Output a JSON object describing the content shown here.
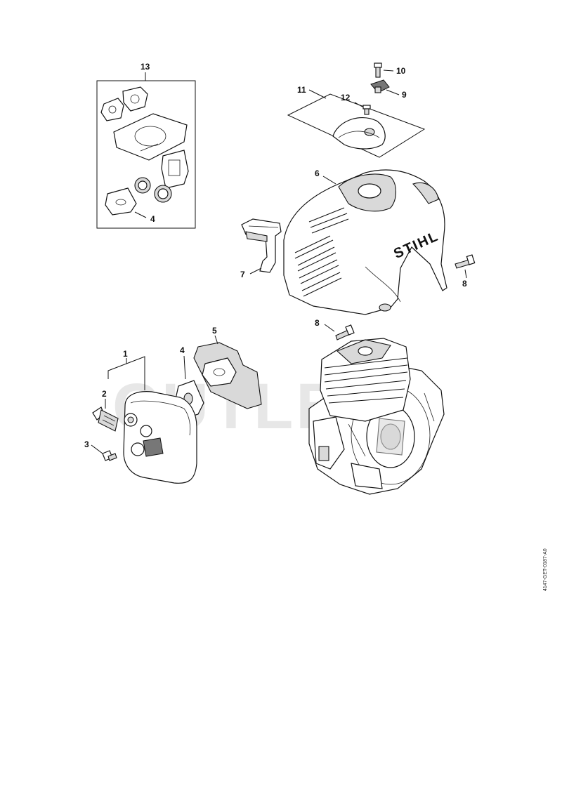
{
  "watermark": "CUTLERS",
  "brand_logo": "STIHL",
  "document_id": "4147-GET-0187-A0",
  "callouts": [
    {
      "id": "13",
      "label": "13"
    },
    {
      "id": "4a",
      "label": "4"
    },
    {
      "id": "10",
      "label": "10"
    },
    {
      "id": "9",
      "label": "9"
    },
    {
      "id": "11",
      "label": "11"
    },
    {
      "id": "12",
      "label": "12"
    },
    {
      "id": "6",
      "label": "6"
    },
    {
      "id": "7",
      "label": "7"
    },
    {
      "id": "8a",
      "label": "8"
    },
    {
      "id": "8b",
      "label": "8"
    },
    {
      "id": "5",
      "label": "5"
    },
    {
      "id": "1",
      "label": "1"
    },
    {
      "id": "4b",
      "label": "4"
    },
    {
      "id": "2",
      "label": "2"
    },
    {
      "id": "3",
      "label": "3"
    }
  ]
}
